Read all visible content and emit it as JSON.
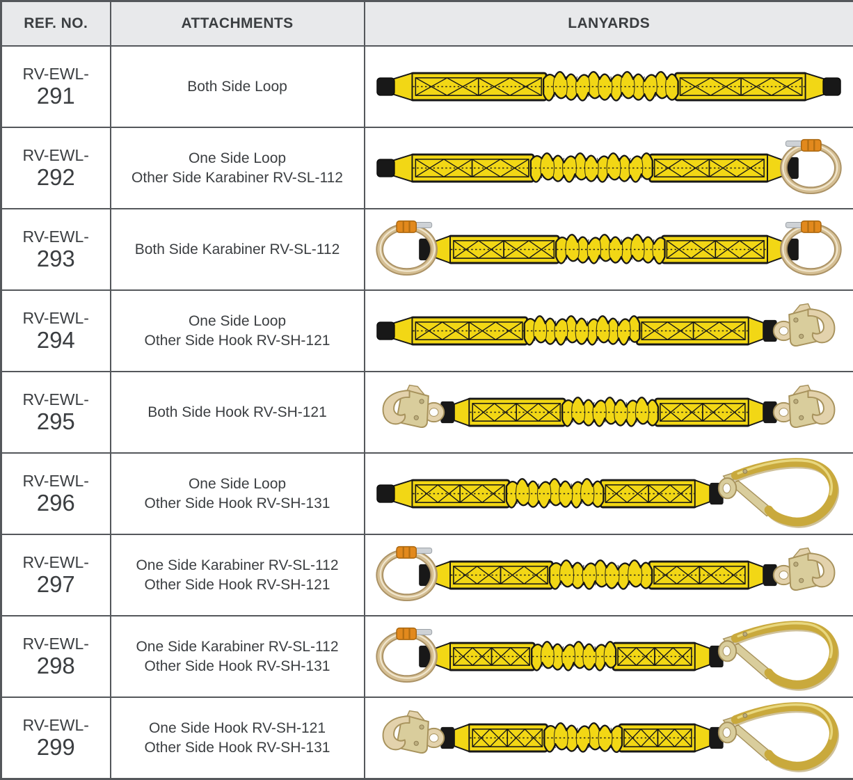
{
  "page": {
    "title": "Lanyards Catalog Table"
  },
  "colors": {
    "border": "#54575b",
    "header_bg": "#e8e9eb",
    "text": "#3b3e41",
    "row_bg": "#ffffff",
    "webbing_yellow": "#f2d715",
    "stitch_black": "#171717",
    "loop_black": "#181818",
    "karabiner_metal": "#d5bf94",
    "karabiner_highlight": "#f1e7cf",
    "karabiner_shadow": "#ab9265",
    "lock_sleeve_orange": "#e2891d",
    "gate_silver": "#ced2d6",
    "hook_body": "#d9cd9c",
    "hook_nose": "#e3d2ac",
    "hook_shadow": "#a7925c",
    "scaffold_gold": "#c9a93c",
    "scaffold_highlight": "#e8d77e",
    "scaffold_shadow": "#95761f"
  },
  "table": {
    "headers": [
      {
        "id": "ref",
        "label": "REF. NO."
      },
      {
        "id": "attachments",
        "label": "ATTACHMENTS"
      },
      {
        "id": "lanyards",
        "label": "LANYARDS"
      }
    ],
    "rows": [
      {
        "ref_prefix": "RV-EWL-",
        "ref_number": "291",
        "attachment_lines": [
          "Both Side Loop"
        ],
        "lanyard": {
          "left_end": "loop",
          "right_end": "loop"
        }
      },
      {
        "ref_prefix": "RV-EWL-",
        "ref_number": "292",
        "attachment_lines": [
          "One Side Loop",
          "Other Side Karabiner RV-SL-112"
        ],
        "lanyard": {
          "left_end": "loop",
          "right_end": "karabiner"
        }
      },
      {
        "ref_prefix": "RV-EWL-",
        "ref_number": "293",
        "attachment_lines": [
          "Both Side Karabiner RV-SL-112"
        ],
        "lanyard": {
          "left_end": "karabiner",
          "right_end": "karabiner"
        }
      },
      {
        "ref_prefix": "RV-EWL-",
        "ref_number": "294",
        "attachment_lines": [
          "One Side Loop",
          "Other Side Hook RV-SH-121"
        ],
        "lanyard": {
          "left_end": "loop",
          "right_end": "hook_small"
        }
      },
      {
        "ref_prefix": "RV-EWL-",
        "ref_number": "295",
        "attachment_lines": [
          "Both Side Hook RV-SH-121"
        ],
        "lanyard": {
          "left_end": "hook_small",
          "right_end": "hook_small"
        }
      },
      {
        "ref_prefix": "RV-EWL-",
        "ref_number": "296",
        "attachment_lines": [
          "One Side Loop",
          "Other Side Hook RV-SH-131"
        ],
        "lanyard": {
          "left_end": "loop",
          "right_end": "hook_large"
        }
      },
      {
        "ref_prefix": "RV-EWL-",
        "ref_number": "297",
        "attachment_lines": [
          "One Side Karabiner RV-SL-112",
          "Other Side Hook RV-SH-121"
        ],
        "lanyard": {
          "left_end": "karabiner",
          "right_end": "hook_small"
        }
      },
      {
        "ref_prefix": "RV-EWL-",
        "ref_number": "298",
        "attachment_lines": [
          "One Side Karabiner RV-SL-112",
          "Other Side Hook RV-SH-131"
        ],
        "lanyard": {
          "left_end": "karabiner",
          "right_end": "hook_large"
        }
      },
      {
        "ref_prefix": "RV-EWL-",
        "ref_number": "299",
        "attachment_lines": [
          "One Side Hook RV-SH-121",
          "Other Side Hook RV-SH-131"
        ],
        "lanyard": {
          "left_end": "hook_small",
          "right_end": "hook_large"
        }
      }
    ]
  }
}
